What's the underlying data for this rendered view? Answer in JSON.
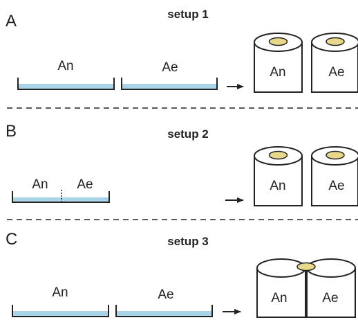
{
  "colors": {
    "water": "#a9d4e8",
    "sample": "#e8d98a",
    "line": "#222222",
    "background": "#ffffff"
  },
  "panels": [
    {
      "letter": "A",
      "title": "setup 1",
      "tray_labels": [
        "An",
        "Ae"
      ],
      "cylinder_labels": [
        "An",
        "Ae"
      ]
    },
    {
      "letter": "B",
      "title": "setup 2",
      "tray_labels": [
        "An",
        "Ae"
      ],
      "cylinder_labels": [
        "An",
        "Ae"
      ]
    },
    {
      "letter": "C",
      "title": "setup 3",
      "tray_labels": [
        "An",
        "Ae"
      ],
      "cylinder_labels": [
        "An",
        "Ae"
      ]
    }
  ]
}
